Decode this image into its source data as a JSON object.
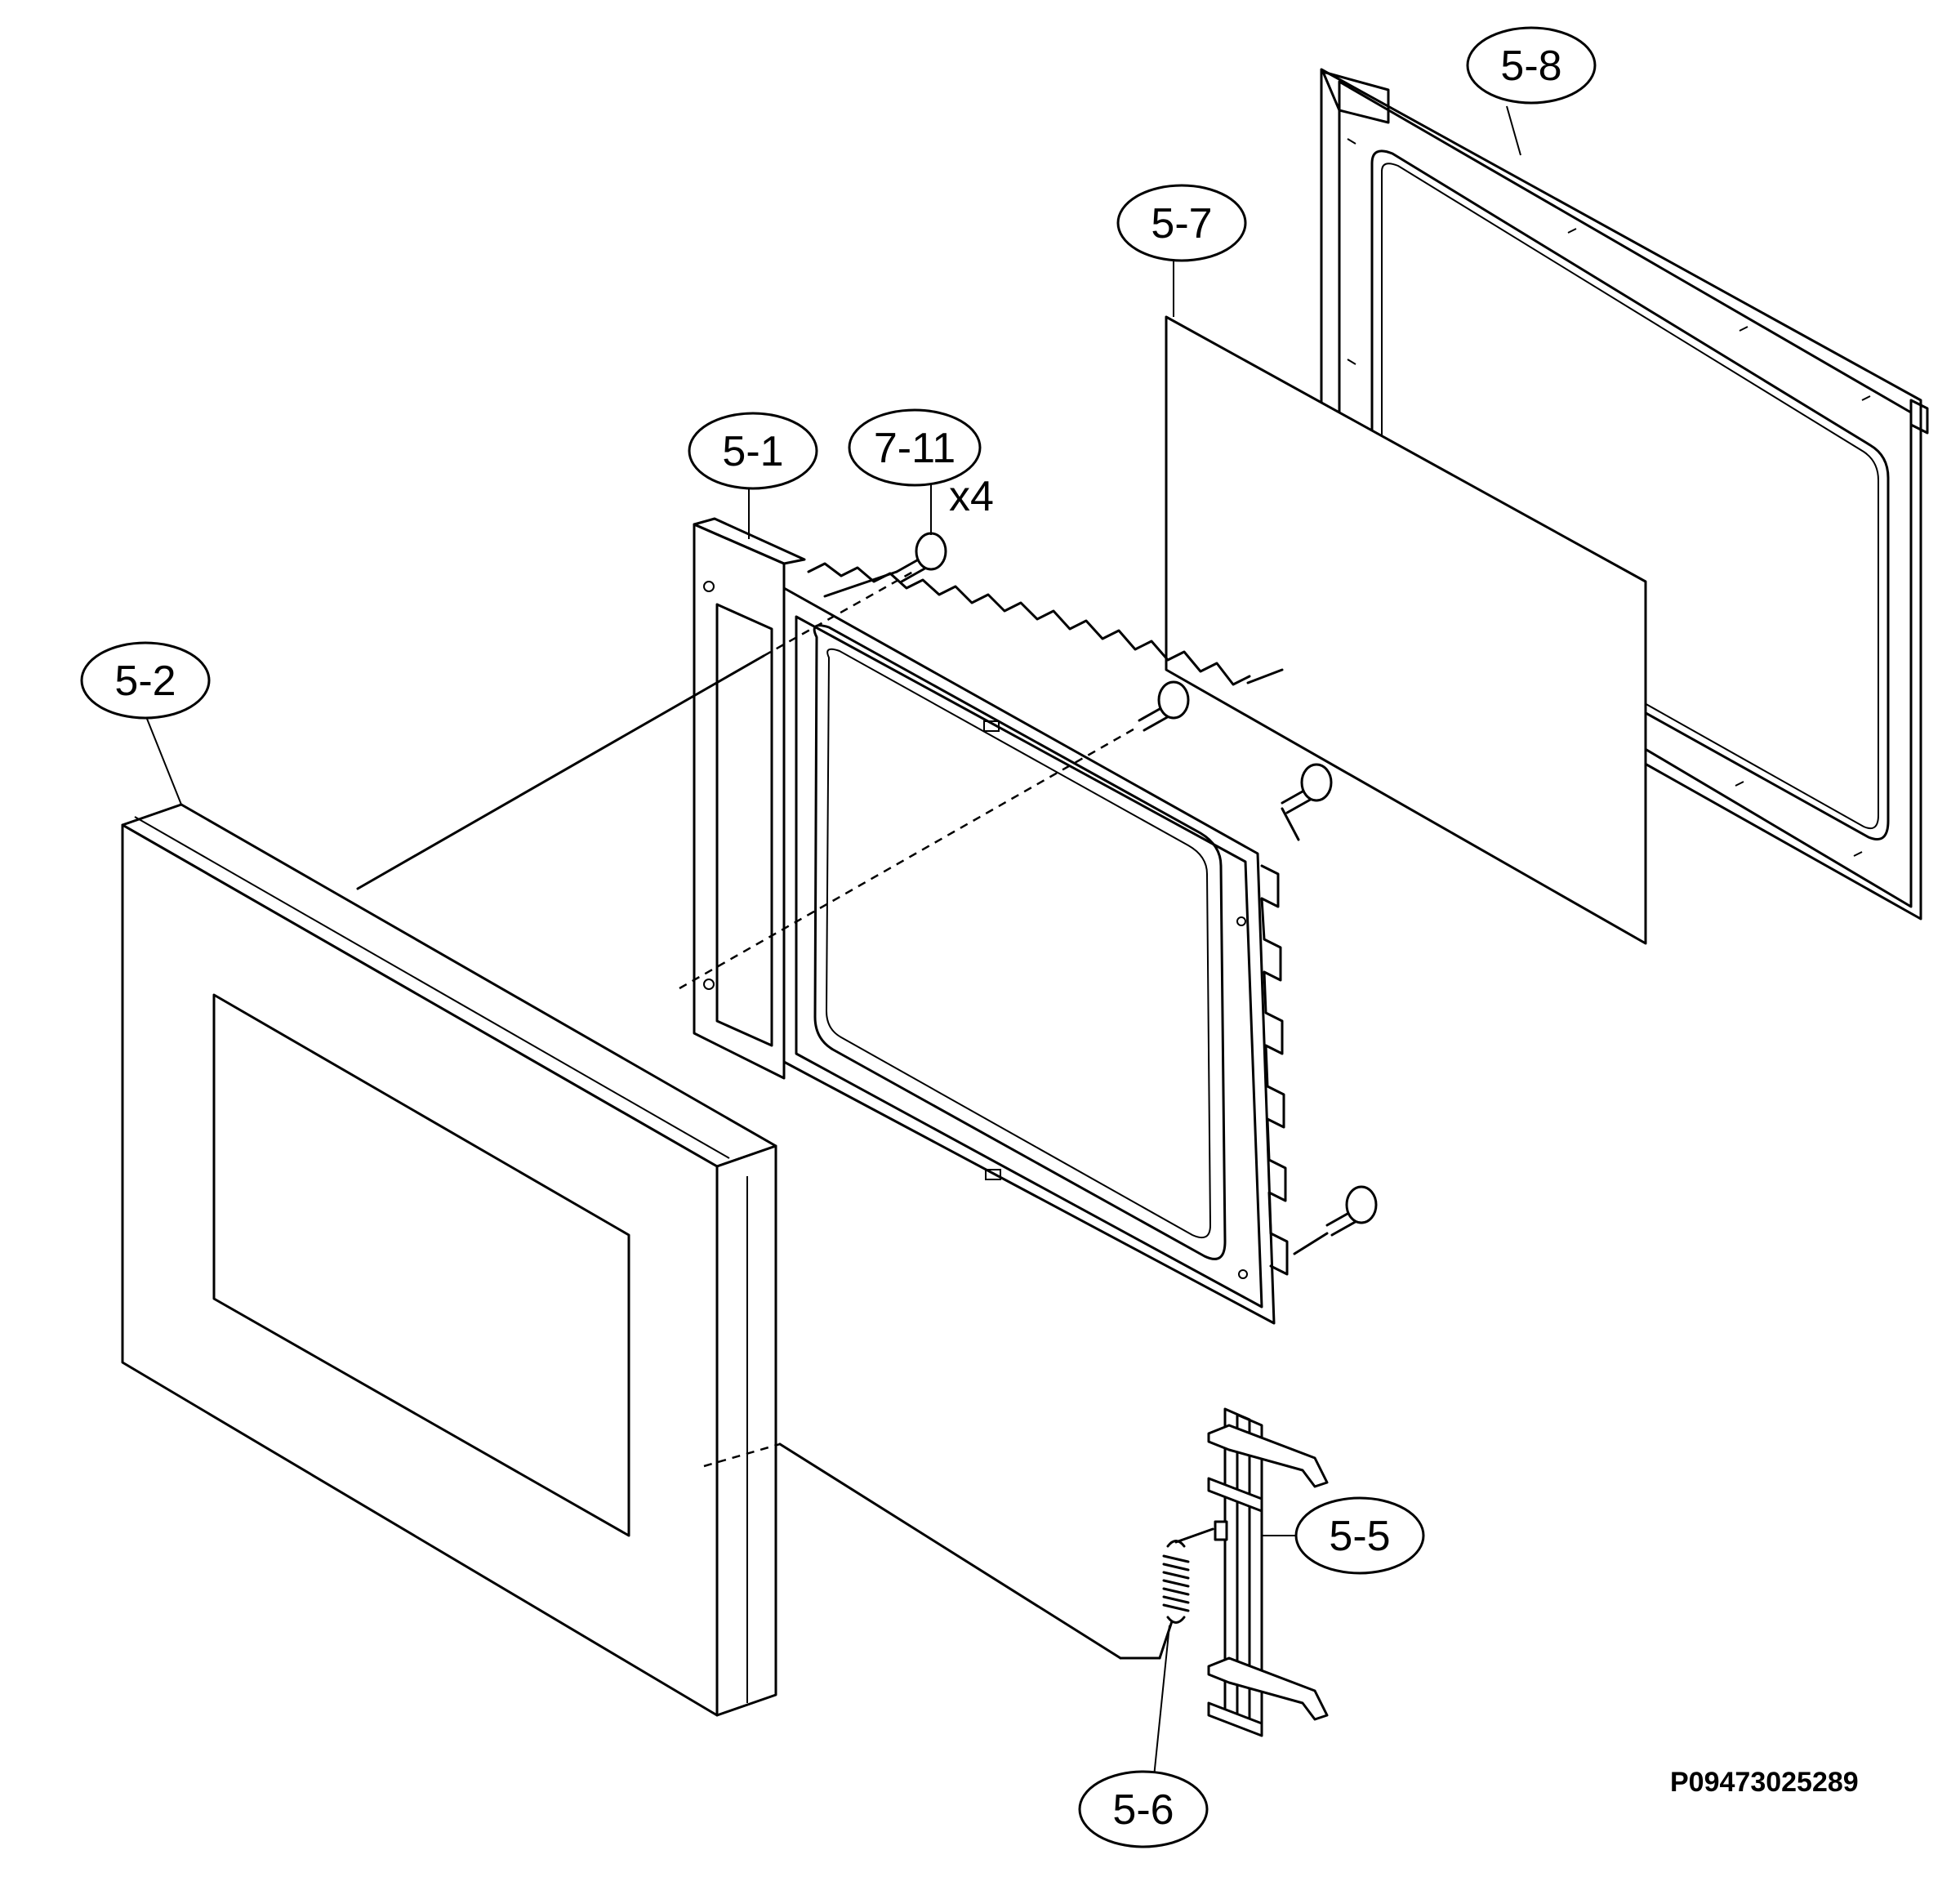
{
  "diagram": {
    "callouts": [
      {
        "id": "5-8",
        "label": "5-8"
      },
      {
        "id": "5-7",
        "label": "5-7"
      },
      {
        "id": "5-1",
        "label": "5-1"
      },
      {
        "id": "7-11",
        "label": "7-11"
      },
      {
        "id": "5-2",
        "label": "5-2"
      },
      {
        "id": "5-5",
        "label": "5-5"
      },
      {
        "id": "5-6",
        "label": "5-6"
      }
    ],
    "screw_quantity": "x4",
    "reference_code": "P09473025289"
  }
}
